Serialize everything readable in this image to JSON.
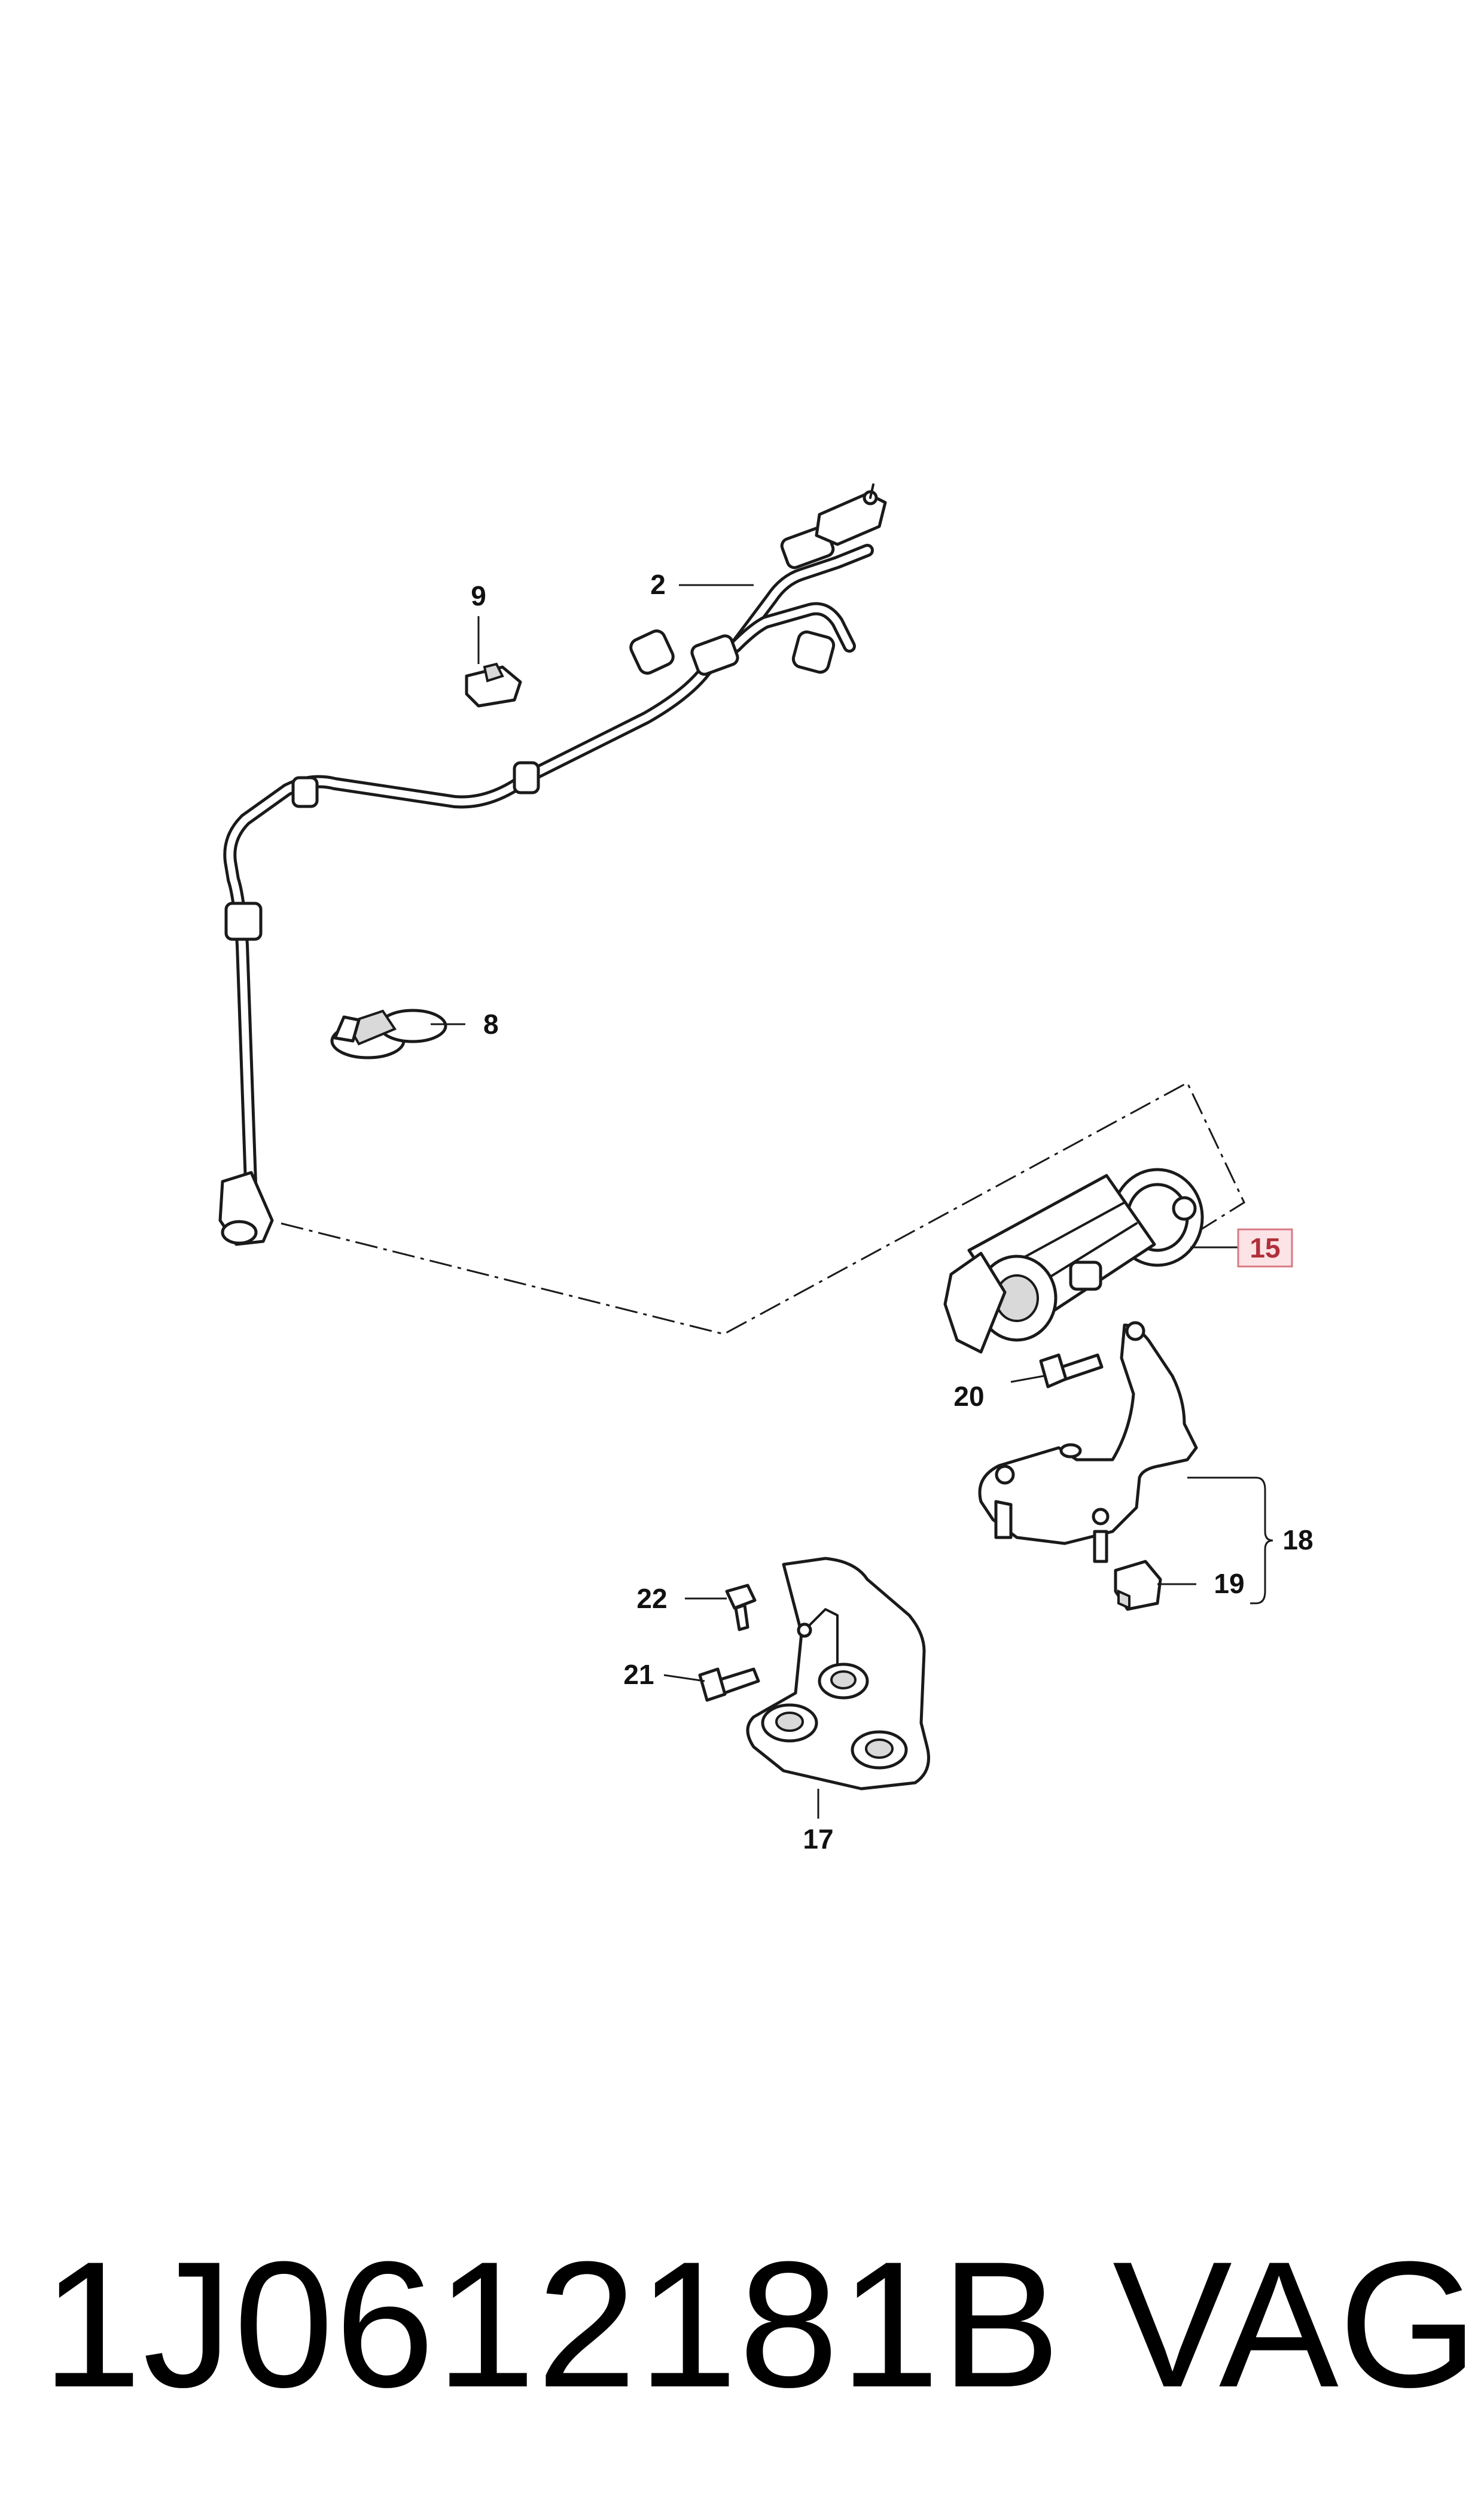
{
  "diagram": {
    "callouts": {
      "c2": "2",
      "c8": "8",
      "c9": "9",
      "c15": "15",
      "c17": "17",
      "c18": "18",
      "c19": "19",
      "c20": "20",
      "c21": "21",
      "c22": "22"
    },
    "highlight_color": "#b0303a",
    "highlight_fill": "#fbe3e6"
  },
  "footer": {
    "part_number": "1J0612181B",
    "brand": "VAG"
  }
}
